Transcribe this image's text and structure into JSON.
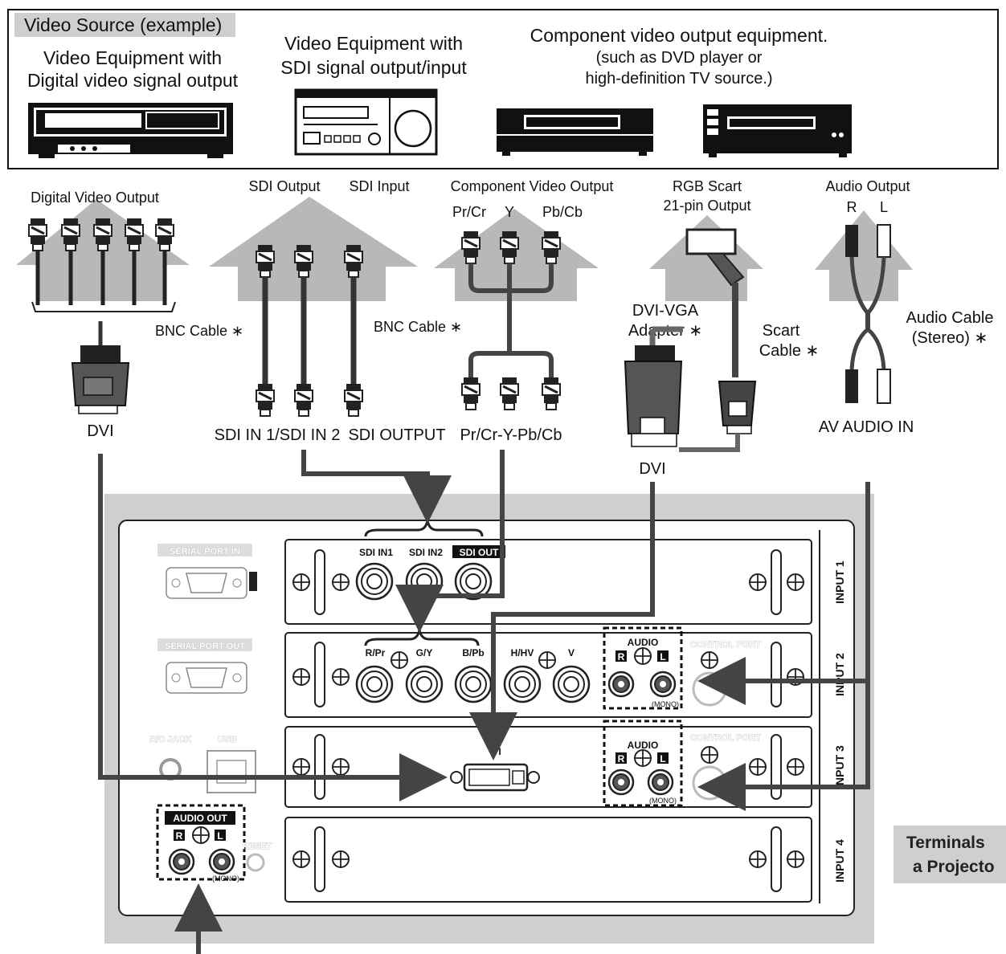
{
  "header": {
    "source_tag": "Video Source (example)",
    "digital_equipment": [
      "Video Equipment with",
      "Digital video signal output"
    ],
    "sdi_equipment": [
      "Video Equipment with",
      "SDI signal output/input"
    ],
    "component_equipment": [
      "Component video output equipment.",
      "(such as DVD player or",
      "high-definition TV source.)"
    ]
  },
  "outputs": {
    "digital_video_output": "Digital Video Output",
    "sdi_output": "SDI Output",
    "sdi_input": "SDI Input",
    "component_video_output": "Component Video Output",
    "pr_cr": "Pr/Cr",
    "y": "Y",
    "pb_cb": "Pb/Cb",
    "rgb_scart": [
      "RGB Scart",
      "21-pin Output"
    ],
    "audio_output": "Audio Output",
    "r": "R",
    "l": "L"
  },
  "cables": {
    "bnc_cable_1": "BNC Cable ∗",
    "bnc_cable_2": "BNC Cable ∗",
    "dvi_vga_adapter": [
      "DVI-VGA",
      "Adapter ∗"
    ],
    "scart_cable": [
      "Scart",
      "Cable ∗"
    ],
    "audio_cable": [
      "Audio Cable",
      "(Stereo) ∗"
    ]
  },
  "connectors": {
    "dvi_left": "DVI",
    "sdi_in": "SDI IN 1/SDI IN 2",
    "sdi_output": "SDI OUTPUT",
    "component": "Pr/Cr-Y-Pb/Cb",
    "dvi_right": "DVI",
    "av_audio_in": "AV AUDIO IN"
  },
  "panel": {
    "serial_port_in": "SERIAL PORT IN",
    "serial_port_out": "SERIAL PORT OUT",
    "rc_jack": "R/C JACK",
    "usb": "USB",
    "reset": "RESET",
    "audio_out": "AUDIO OUT",
    "audio_out_r": "R",
    "audio_out_l": "L",
    "mono": "(MONO)",
    "input1": {
      "label": "INPUT 1",
      "sdi_in1": "SDI IN1",
      "sdi_in2": "SDI IN2",
      "sdi_out": "SDI OUT"
    },
    "input2": {
      "label": "INPUT 2",
      "r_pr": "R/Pr",
      "g_y": "G/Y",
      "b_pb": "B/Pb",
      "h_hv": "H/HV",
      "v": "V",
      "audio": "AUDIO",
      "r": "R",
      "l": "L",
      "mono": "(MONO)",
      "control_port": "CONTROL PORT"
    },
    "input3": {
      "label": "INPUT 3",
      "dvi_i": "I",
      "audio": "AUDIO",
      "r": "R",
      "l": "L",
      "mono": "(MONO)",
      "control_port": "CONTROL PORT"
    },
    "input4": {
      "label": "INPUT 4"
    }
  },
  "terminals_label": [
    "Terminals",
    "a Projecto"
  ],
  "colors": {
    "arrow_gray": "#b8b8b8",
    "panel_gray": "#cfcfcf",
    "line_dark": "#444444"
  }
}
